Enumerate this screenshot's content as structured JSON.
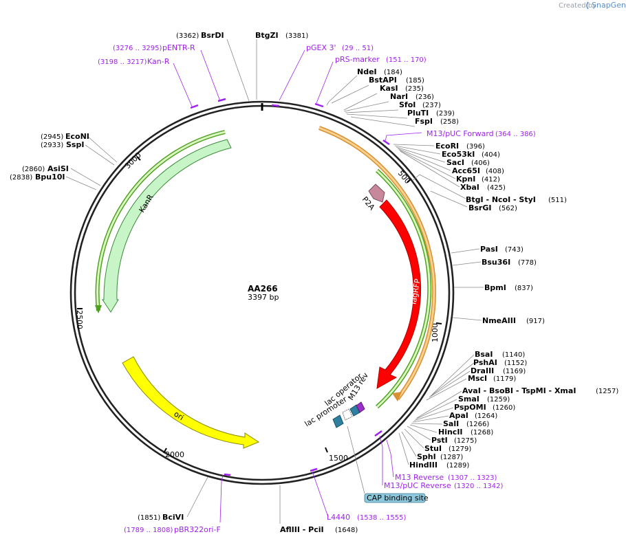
{
  "watermark": {
    "prefix": "Created by",
    "brand": "SnapGene",
    "logo_icon": "snapgene-logo-icon"
  },
  "plasmid": {
    "name": "AA266",
    "length": "3397 bp",
    "total_bp": 3397
  },
  "ticks": [
    "500",
    "1000",
    "1500",
    "2000",
    "2500",
    "3000"
  ],
  "features": [
    {
      "id": "tagrfp",
      "label": "TagRFP",
      "color": "#ff0000"
    },
    {
      "id": "p2a",
      "label": "P2A",
      "color": "#c8889c"
    },
    {
      "id": "kanr",
      "label": "KanR",
      "color": "#c8f5c8"
    },
    {
      "id": "ori",
      "label": "ori",
      "color": "#ffff00"
    },
    {
      "id": "lac-operator",
      "label": "lac operator",
      "color": "#ffffff"
    },
    {
      "id": "lac-promoter",
      "label": "lac promoter",
      "color": "#2e7fa0"
    },
    {
      "id": "m13-rev",
      "label": "M13 rev",
      "color": "#9b30c8"
    },
    {
      "id": "cap",
      "label": "CAP binding site",
      "color": "#8ec8dc"
    }
  ],
  "enzymes": [
    {
      "name": "BsrDI",
      "pos": "(3362)"
    },
    {
      "name": "BtgZI",
      "pos": "(3381)"
    },
    {
      "name": "NdeI",
      "pos": "(184)"
    },
    {
      "name": "BstAPI",
      "pos": "(185)"
    },
    {
      "name": "KasI",
      "pos": "(235)"
    },
    {
      "name": "NarI",
      "pos": "(236)"
    },
    {
      "name": "SfoI",
      "pos": "(237)"
    },
    {
      "name": "PluTI",
      "pos": "(239)"
    },
    {
      "name": "FspI",
      "pos": "(258)"
    },
    {
      "name": "EcoRI",
      "pos": "(396)"
    },
    {
      "name": "Eco53kI",
      "pos": "(404)"
    },
    {
      "name": "SacI",
      "pos": "(406)"
    },
    {
      "name": "Acc65I",
      "pos": "(408)"
    },
    {
      "name": "KpnI",
      "pos": "(412)"
    },
    {
      "name": "XbaI",
      "pos": "(425)"
    },
    {
      "name": "BtgI - NcoI - StyI",
      "pos": "(511)"
    },
    {
      "name": "BsrGI",
      "pos": "(562)"
    },
    {
      "name": "PasI",
      "pos": "(743)"
    },
    {
      "name": "Bsu36I",
      "pos": "(778)"
    },
    {
      "name": "BpmI",
      "pos": "(837)"
    },
    {
      "name": "NmeAIII",
      "pos": "(917)"
    },
    {
      "name": "BsaI",
      "pos": "(1140)"
    },
    {
      "name": "PshAI",
      "pos": "(1152)"
    },
    {
      "name": "DraIII",
      "pos": "(1169)"
    },
    {
      "name": "MscI",
      "pos": "(1179)"
    },
    {
      "name": "AvaI - BsoBI - TspMI - XmaI",
      "pos": "(1257)"
    },
    {
      "name": "SmaI",
      "pos": "(1259)"
    },
    {
      "name": "PspOMI",
      "pos": "(1260)"
    },
    {
      "name": "ApaI",
      "pos": "(1264)"
    },
    {
      "name": "SalI",
      "pos": "(1266)"
    },
    {
      "name": "HincII",
      "pos": "(1268)"
    },
    {
      "name": "PstI",
      "pos": "(1275)"
    },
    {
      "name": "StuI",
      "pos": "(1279)"
    },
    {
      "name": "SphI",
      "pos": "(1287)"
    },
    {
      "name": "HindIII",
      "pos": "(1289)"
    },
    {
      "name": "AflIII - PciI",
      "pos": "(1648)"
    },
    {
      "name": "BciVI",
      "pos": "(1851)"
    },
    {
      "name": "EcoNI",
      "pos": "(2945)"
    },
    {
      "name": "SspI",
      "pos": "(2933)"
    },
    {
      "name": "AsiSI",
      "pos": "(2860)"
    },
    {
      "name": "Bpu10I",
      "pos": "(2838)"
    }
  ],
  "primers": [
    {
      "name": "pENTR-R",
      "range": "(3276 .. 3295)"
    },
    {
      "name": "Kan-R",
      "range": "(3198 .. 3217)"
    },
    {
      "name": "pGEX 3'",
      "range": "(29 .. 51)"
    },
    {
      "name": "pRS-marker",
      "range": "(151 .. 170)"
    },
    {
      "name": "M13/pUC Forward",
      "range": "(364 .. 386)"
    },
    {
      "name": "M13 Reverse",
      "range": "(1307 .. 1323)"
    },
    {
      "name": "M13/pUC Reverse",
      "range": "(1320 .. 1342)"
    },
    {
      "name": "L4440",
      "range": "(1538 .. 1555)"
    },
    {
      "name": "pBR322ori-F",
      "range": "(1789 .. 1808)"
    }
  ]
}
